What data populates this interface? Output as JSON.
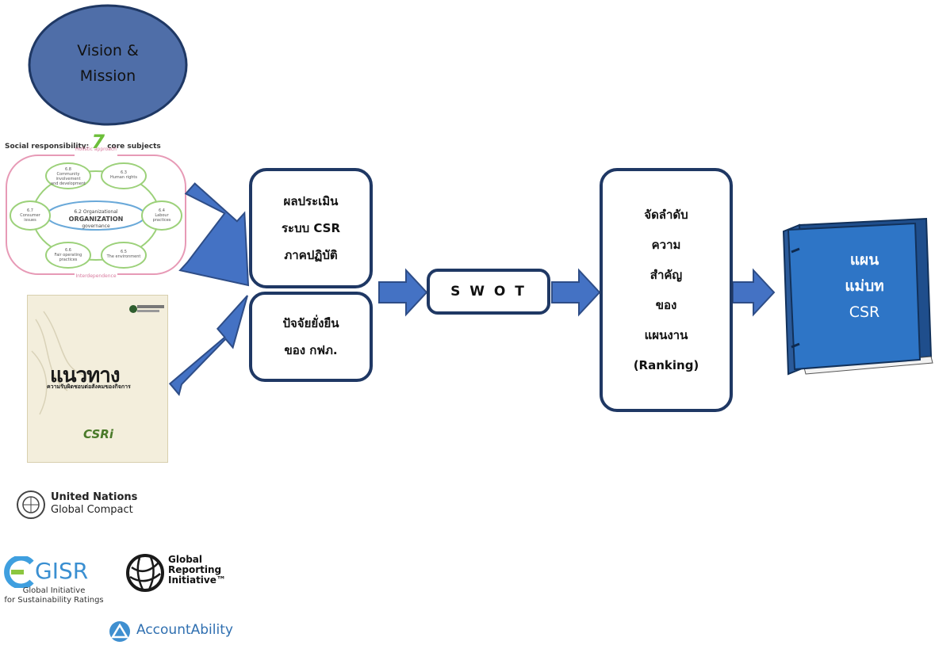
{
  "vision": {
    "line1": "Vision &",
    "line2": "Mission"
  },
  "iso": {
    "header_left": "Social responsibility:",
    "header_number": "7",
    "header_right": "core subjects",
    "holistic": "Holistic approach",
    "interdependence": "Interdependence",
    "center_top": "6.2 Organizational",
    "center_mid": "ORGANIZATION",
    "center_bot": "governance",
    "subjects": [
      {
        "num": "6.8",
        "l1": "Community",
        "l2": "involvement",
        "l3": "and development"
      },
      {
        "num": "6.3",
        "l1": "Human rights",
        "l2": "",
        "l3": ""
      },
      {
        "num": "6.4",
        "l1": "Labour",
        "l2": "practices",
        "l3": ""
      },
      {
        "num": "6.5",
        "l1": "The environment",
        "l2": "",
        "l3": ""
      },
      {
        "num": "6.6",
        "l1": "Fair operating",
        "l2": "practices",
        "l3": ""
      },
      {
        "num": "6.7",
        "l1": "Consumer",
        "l2": "issues",
        "l3": ""
      }
    ]
  },
  "guide": {
    "title": "แนวทาง",
    "subtitle": "ความรับผิดชอบต่อสังคมของกิจการ",
    "logo": "CSRi"
  },
  "box_assessment": {
    "line1": "ผลประเมิน",
    "line2": "ระบบ CSR",
    "line3": "ภาคปฏิบัติ"
  },
  "box_sustainability": {
    "line1": "ปัจจัยยั่งยืน",
    "line2": "ของ กฟภ."
  },
  "swot": "S W O T",
  "ranking": {
    "lines": [
      "จัดลำดับ",
      "ความ",
      "สำคัญ",
      "ของ",
      "แผนงาน",
      "(Ranking)"
    ]
  },
  "book": {
    "line1": "แผน",
    "line2": "แม่บท",
    "line3": "CSR"
  },
  "logos": {
    "un_1": "United Nations",
    "un_2": "Global Compact",
    "gisr": "GISR",
    "gisr_sub1": "Global Initiative",
    "gisr_sub2": "for Sustainability Ratings",
    "gri_1": "Global",
    "gri_2": "Reporting",
    "gri_3": "Initiative™",
    "aa": "AccountAbility"
  },
  "colors": {
    "arrow": "#4472c4",
    "arrow_edge": "#2e4d87",
    "box_border": "#1f3864",
    "ellipse": "#4f6ea8",
    "book": "#2e75c6",
    "iso_green": "#9cd17a",
    "iso_pink": "#e79ab6"
  }
}
